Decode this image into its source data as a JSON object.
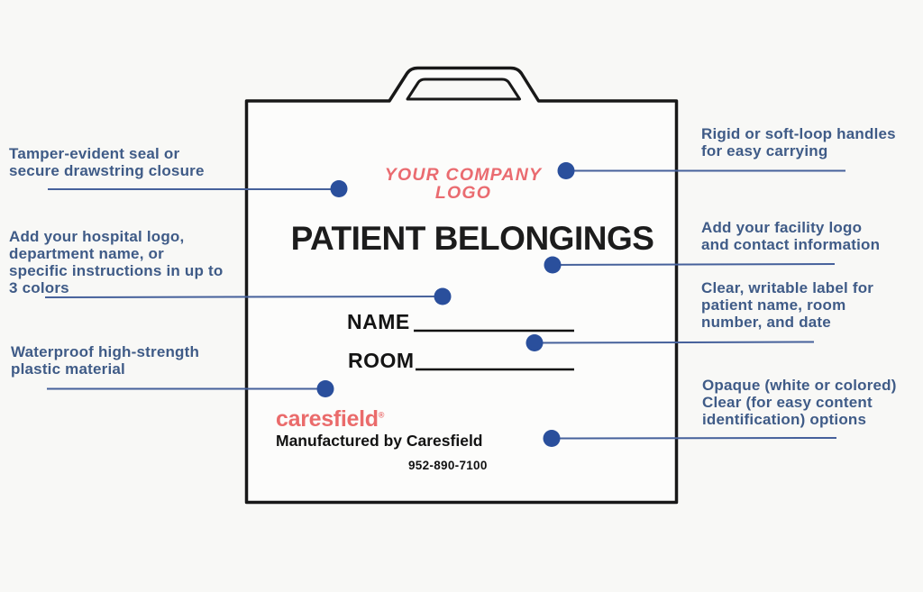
{
  "figure": {
    "type": "product-callout-diagram",
    "subject": "Patient belongings bag"
  },
  "bag": {
    "logo_placeholder": "YOUR COMPANY\nLOGO",
    "title": "PATIENT BELONGINGS",
    "name_label": "NAME",
    "room_label": "ROOM",
    "brand": "caresfield",
    "brand_mark": "®",
    "manufactured_by": "Manufactured by Caresfield",
    "phone": "952-890-7100"
  },
  "callouts": {
    "left": [
      {
        "id": "tamper-seal",
        "text": "Tamper-evident seal or\nsecure drawstring closure"
      },
      {
        "id": "custom-printing",
        "text": "Add your hospital logo,\ndepartment name, or\nspecific instructions in up to\n3 colors"
      },
      {
        "id": "waterproof",
        "text": "Waterproof high-strength\nplastic material"
      }
    ],
    "right": [
      {
        "id": "handles",
        "text": "Rigid or soft-loop handles\nfor easy carrying"
      },
      {
        "id": "facility-logo",
        "text": "Add your facility logo\nand contact information"
      },
      {
        "id": "writable-label",
        "text": "Clear, writable label for\npatient name, room\nnumber, and date"
      },
      {
        "id": "opacity-options",
        "text": "Opaque (white or colored)\nClear (for easy content\nidentification) options"
      }
    ]
  },
  "colors": {
    "callout_text": "#3F5B87",
    "callout_line": "#46619B",
    "callout_dot": "#2A4F9C",
    "accent_coral": "#EA6B70",
    "bag_outline": "#181818"
  }
}
